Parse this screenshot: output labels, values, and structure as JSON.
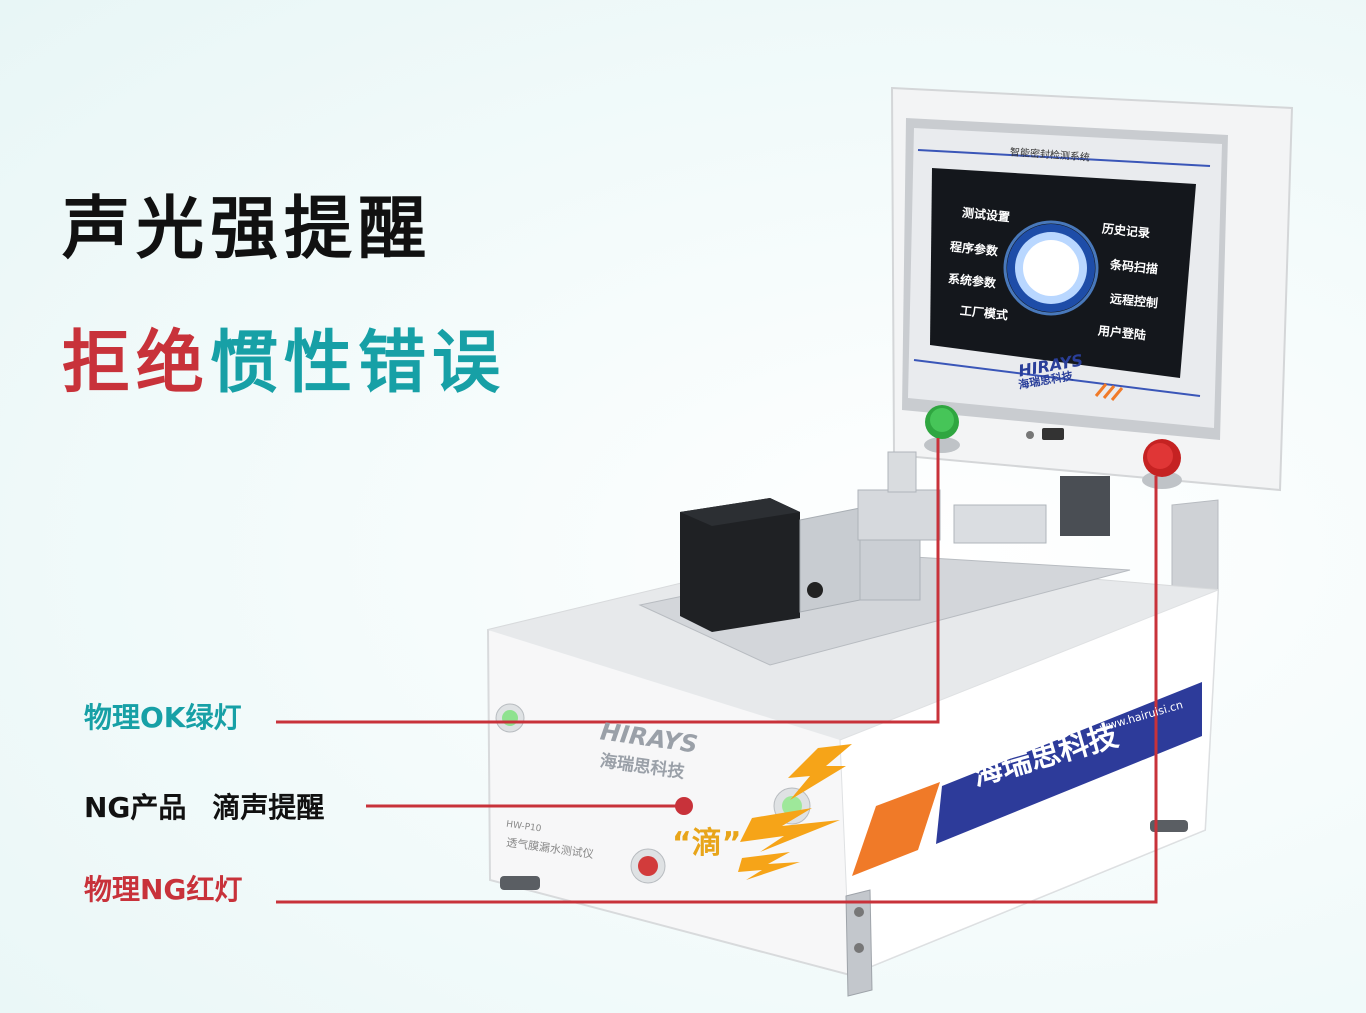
{
  "headline": "声光强提醒",
  "subheadline": {
    "red": "拒绝",
    "teal": "惯性错误"
  },
  "callouts": {
    "ok_light": "物理OK绿灯",
    "ng_sound_a": "NG产品",
    "ng_sound_b": "滴声提醒",
    "ng_light": "物理NG红灯"
  },
  "sound_effect": "“滴”",
  "machine": {
    "screen_title": "智能密封检测系统",
    "menu_left": [
      "测试设置",
      "程序参数",
      "系统参数",
      "工厂模式"
    ],
    "menu_right": [
      "历史记录",
      "条码扫描",
      "远程控制",
      "用户登陆"
    ],
    "logo": "HIRAYS",
    "logo_cn": "海瑞思科技",
    "brand": "海瑞思科技",
    "website": "www.hairuisi.cn",
    "model_code": "HW-P10",
    "model_name": "透气膜漏水测试仪"
  },
  "colors": {
    "teal": "#17a0a6",
    "red": "#c8323a",
    "line": "#c8323a",
    "brand_blue": "#2d3b9a",
    "orange": "#f07a28"
  }
}
